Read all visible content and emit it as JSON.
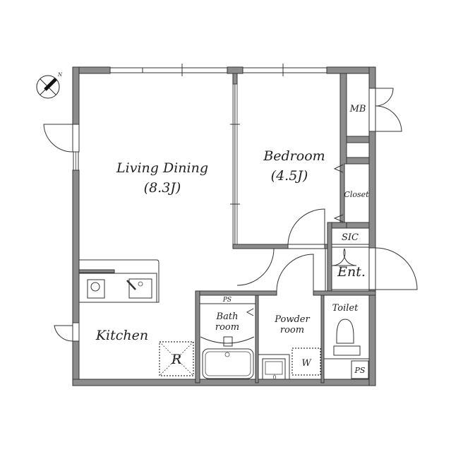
{
  "plan": {
    "compass": {
      "north_label": "N"
    },
    "rooms": {
      "living_dining": {
        "name": "Living Dining",
        "size": "(8.3J)"
      },
      "bedroom": {
        "name": "Bedroom",
        "size": "(4.5J)"
      },
      "kitchen": {
        "name": "Kitchen"
      },
      "bath": {
        "line1": "Bath",
        "line2": "room"
      },
      "powder": {
        "line1": "Powder",
        "line2": "room"
      },
      "toilet": {
        "name": "Toilet"
      },
      "entrance": {
        "name": "Ent."
      },
      "closet": {
        "name": "Closet"
      },
      "sic": {
        "name": "SIC"
      },
      "mb": {
        "name": "MB"
      },
      "ps_bath": {
        "name": "PS"
      },
      "ps_toilet": {
        "name": "PS"
      },
      "refrigerator": {
        "name": "R"
      },
      "washer": {
        "name": "W"
      }
    }
  }
}
